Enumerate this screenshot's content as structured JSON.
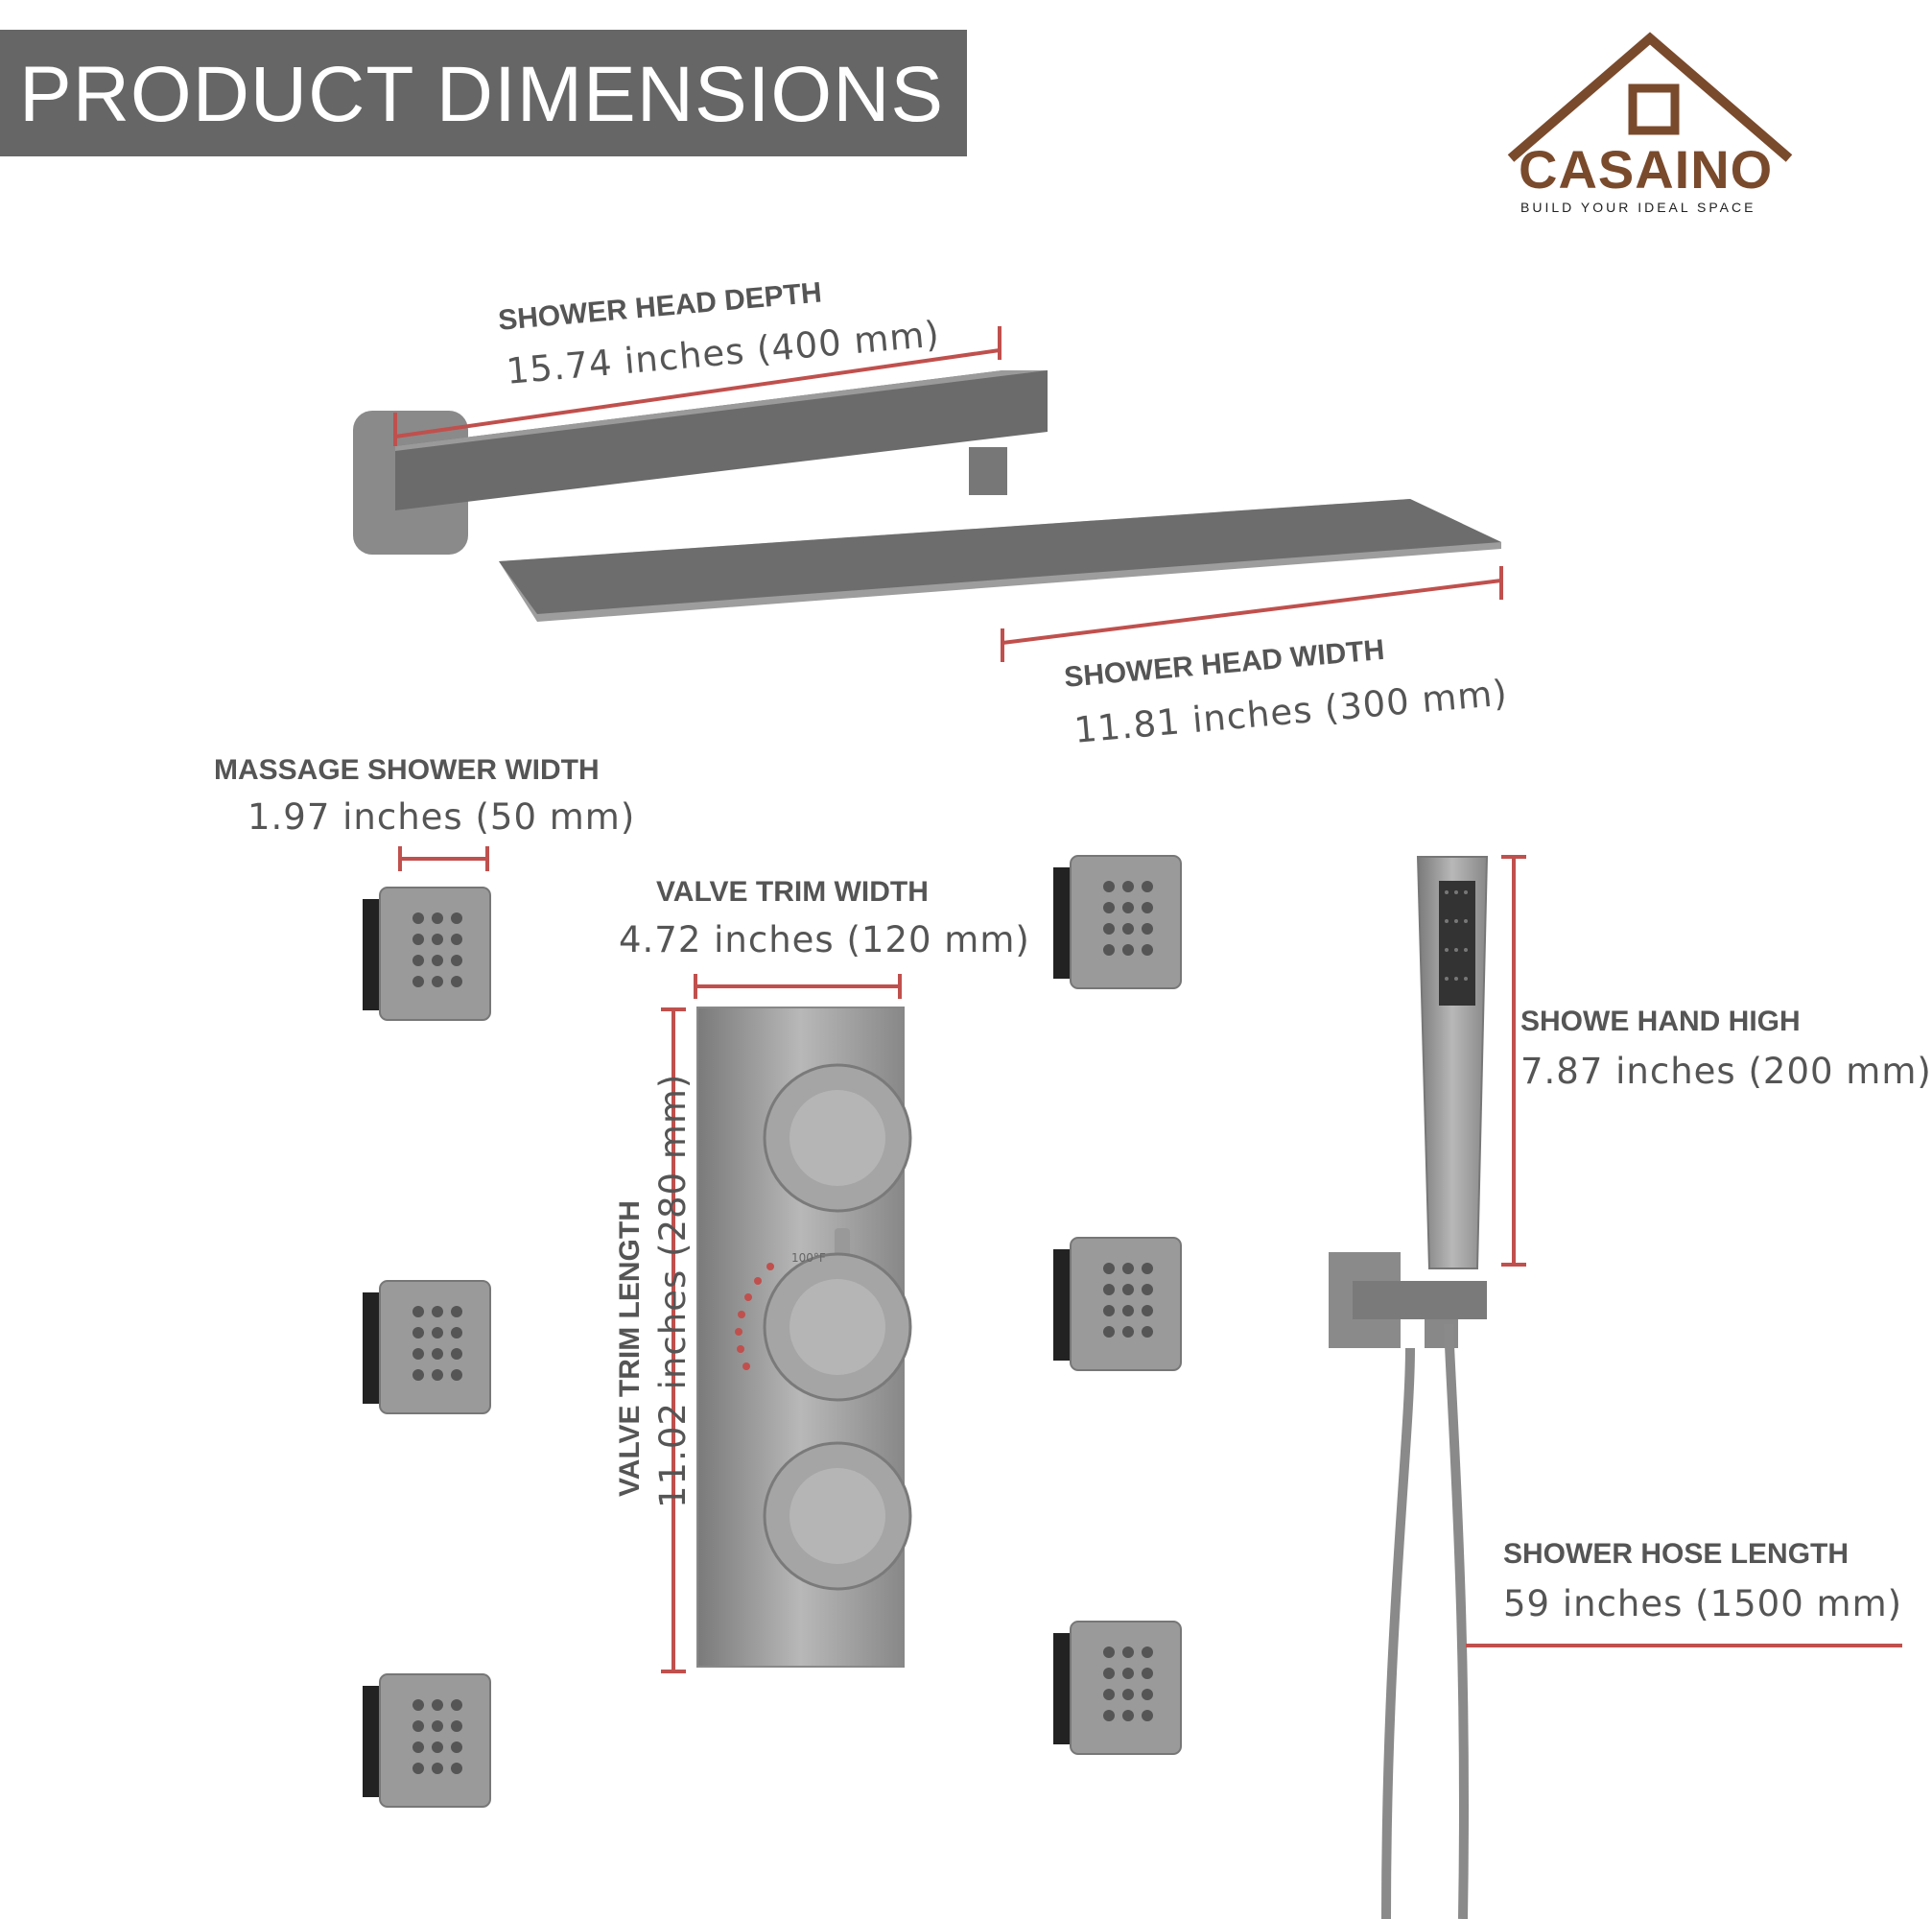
{
  "header": {
    "title": "PRODUCT DIMENSIONS"
  },
  "brand": {
    "name": "CASAINO",
    "tagline": "BUILD YOUR IDEAL SPACE",
    "color": "#7a4a2c"
  },
  "colors": {
    "dimension_line": "#c0504d",
    "banner": "#666666",
    "label_text": "#555555",
    "metal": "#8c8c8c"
  },
  "dimensions": {
    "head_depth": {
      "label": "SHOWER HEAD DEPTH",
      "value": "15.74 inches (400 mm)"
    },
    "head_width": {
      "label": "SHOWER HEAD WIDTH",
      "value": "11.81 inches (300 mm)"
    },
    "massage_width": {
      "label": "MASSAGE SHOWER WIDTH",
      "value": "1.97 inches (50 mm)"
    },
    "valve_width": {
      "label": "VALVE TRIM WIDTH",
      "value": "4.72 inches (120 mm)"
    },
    "valve_length": {
      "label": "VALVE TRIM LENGTH",
      "value": "11.02 inches (280 mm)"
    },
    "hand_high": {
      "label": "SHOWE HAND HIGH",
      "value": "7.87 inches  (200 mm)"
    },
    "hose_length": {
      "label": "SHOWER HOSE LENGTH",
      "value": "59 inches (1500 mm)"
    }
  },
  "valve_markings": {
    "temperature": "100°F"
  },
  "icons": [
    "logo-house-icon",
    "rain-shower-head-icon",
    "body-jet-icon",
    "thermostatic-valve-icon",
    "hand-shower-icon",
    "shower-hose-icon"
  ]
}
